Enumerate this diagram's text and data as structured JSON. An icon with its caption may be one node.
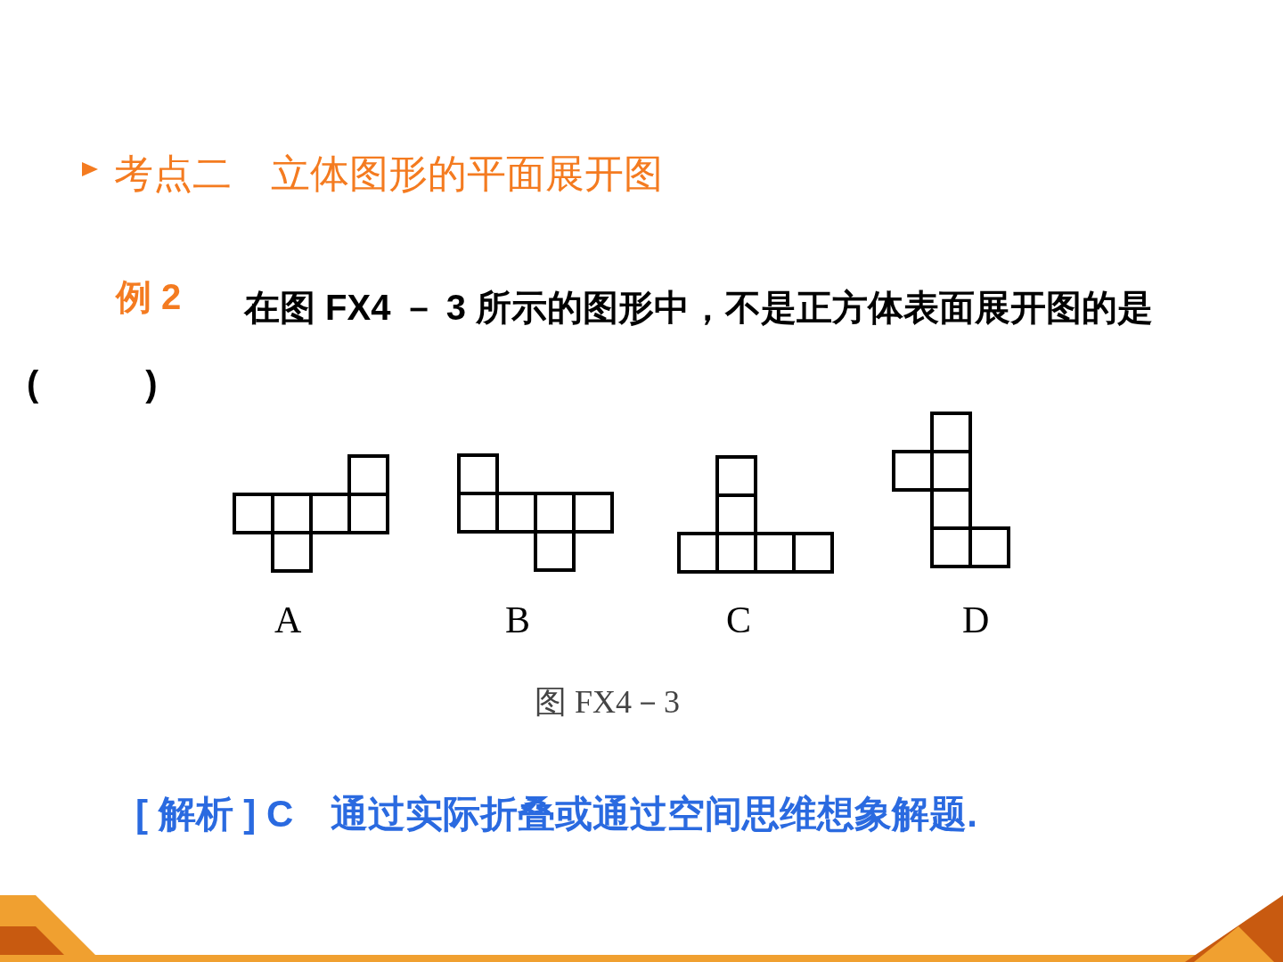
{
  "diagram": {
    "title": "考点二　立体图形的平面展开图",
    "caption": "图 FX4－3",
    "labels": [
      "例 2",
      "在图 FX4 － 3 所示的图形中，不是正方体表面展开图的是 (　　　)",
      "A",
      "B",
      "C",
      "D",
      "[ 解析 ] C　通过实际折叠或通过空间思维想象解题."
    ]
  }
}
